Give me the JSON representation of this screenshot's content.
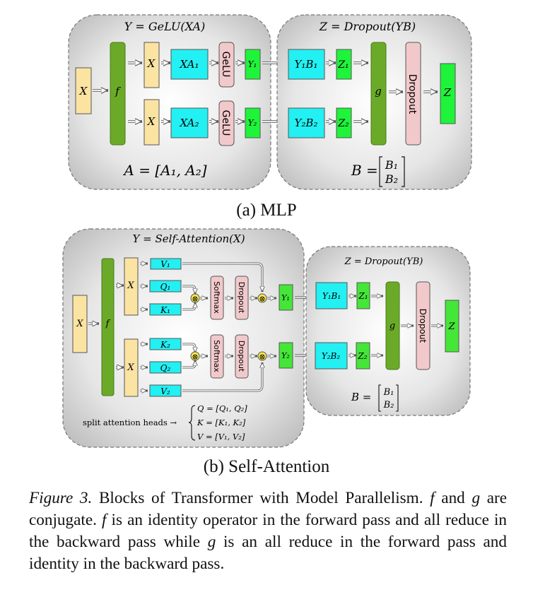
{
  "colors": {
    "input": "#fbe3a2",
    "op_green": "#6aaa28",
    "matmul": "#22f0f2",
    "act": "#f2c9cb",
    "output": "#1ef43a",
    "output_sa": "#44e638",
    "mult_node": "#f6e84a",
    "panel_edge": "#9a9a9a"
  },
  "mlp": {
    "left_panel": {
      "title": "Y = GeLU(XA)",
      "input": "X",
      "f": "f",
      "x_top": "X",
      "x_bottom": "X",
      "xa1": "XA₁",
      "xa2": "XA₂",
      "gelu1": "GeLU",
      "gelu2": "GeLU",
      "y1": "Y₁",
      "y2": "Y₂",
      "footer": "A = [A₁, A₂]"
    },
    "right_panel": {
      "title": "Z = Dropout(YB)",
      "y1b1": "Y₁B₁",
      "y2b2": "Y₂B₂",
      "z1": "Z₁",
      "z2": "Z₂",
      "g": "g",
      "dropout": "Dropout",
      "z": "Z",
      "footer_lhs": "B =",
      "footer_b1": "B₁",
      "footer_b2": "B₂"
    },
    "caption": "(a) MLP"
  },
  "self_attention": {
    "left_panel": {
      "title": "Y = Self-Attention(X)",
      "input": "X",
      "f": "f",
      "x_top": "X",
      "x_bottom": "X",
      "v1": "V₁",
      "q1": "Q₁",
      "k1": "K₁",
      "k2": "K₂",
      "q2": "Q₂",
      "v2": "V₂",
      "softmax1": "Softmax",
      "softmax2": "Softmax",
      "dropout1": "Dropout",
      "dropout2": "Dropout",
      "mult_symbol": "⊗",
      "y1": "Y₁",
      "y2": "Y₂",
      "split_label": "split attention heads →",
      "split_q": "Q = [Q₁, Q₂]",
      "split_k": "K = [K₁, K₂]",
      "split_v": "V = [V₁, V₂]"
    },
    "right_panel": {
      "title": "Z = Dropout(YB)",
      "y1b1": "Y₁B₁",
      "y2b2": "Y₂B₂",
      "z1": "Z₁",
      "z2": "Z₂",
      "g": "g",
      "dropout": "Dropout",
      "z": "Z",
      "footer_lhs": "B =",
      "footer_b1": "B₁",
      "footer_b2": "B₂"
    },
    "caption": "(b) Self-Attention"
  },
  "figure_caption": {
    "label": "Figure 3.",
    "text_1": " Blocks of Transformer with Model Parallelism. ",
    "f": "f",
    "text_2": " and ",
    "g": "g",
    "text_3": " are conjugate. ",
    "f2": "f",
    "text_4": " is an identity operator in the forward pass and all reduce in the backward pass while ",
    "g2": "g",
    "text_5": " is an all reduce in the forward pass and identity in the backward pass."
  }
}
